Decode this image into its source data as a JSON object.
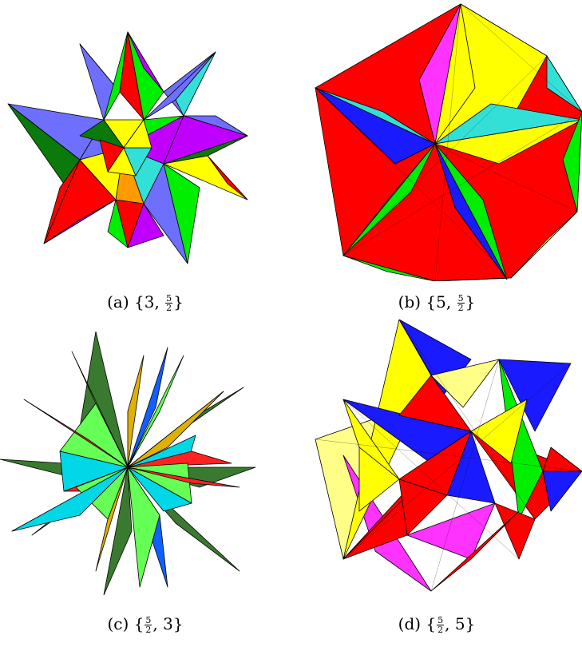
{
  "colors": {
    "red": "#ff0000",
    "yellow": "#ffff00",
    "blue": "#1a1aff",
    "green": "#00ee00",
    "magenta": "#ff33ff",
    "purple": "#c000ff",
    "cyan": "#33e0d8",
    "periwinkle": "#6f6fff",
    "darkgreen": "#0a7a0a",
    "orange": "#ff9a00",
    "lightgreen": "#66ff55",
    "gold": "#e0b000",
    "aqua": "#00d8e8",
    "forest": "#3a7a30",
    "royal": "#1060ff",
    "paleyellow": "#ffff88"
  },
  "panels": [
    {
      "label": "(a)",
      "open": "{",
      "a_num": "",
      "a_den": "",
      "a_plain": "3",
      "sep": ",",
      "b_num": "5",
      "b_den": "2",
      "b_plain": "",
      "close": "}"
    },
    {
      "label": "(b)",
      "open": "{",
      "a_num": "",
      "a_den": "",
      "a_plain": "5",
      "sep": ",",
      "b_num": "5",
      "b_den": "2",
      "b_plain": "",
      "close": "}"
    },
    {
      "label": "(c)",
      "open": "{",
      "a_num": "5",
      "a_den": "2",
      "a_plain": "",
      "sep": ",",
      "b_num": "",
      "b_den": "",
      "b_plain": "3",
      "close": "}"
    },
    {
      "label": "(d)",
      "open": "{",
      "a_num": "5",
      "a_den": "2",
      "a_plain": "",
      "sep": ",",
      "b_num": "",
      "b_den": "",
      "b_plain": "5",
      "close": "}"
    }
  ]
}
